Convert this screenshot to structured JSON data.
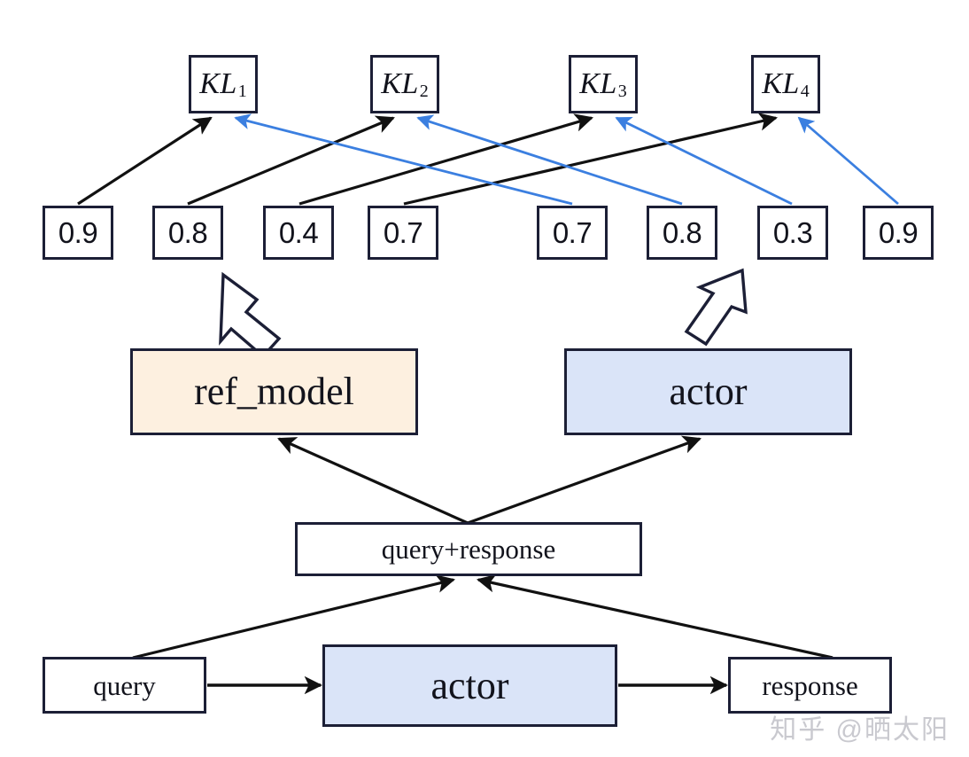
{
  "diagram": {
    "title": "PPO KL penalty computation diagram",
    "colors": {
      "stroke": "#1c1f36",
      "black_edge": "#111111",
      "blue_edge": "#3b7fe0",
      "ref_model_fill": "#fdf0e0",
      "actor_fill": "#dae4f8",
      "box_fill": "#ffffff",
      "watermark": "#c9c9cf"
    },
    "kl_nodes": [
      {
        "base": "KL",
        "sub": "1"
      },
      {
        "base": "KL",
        "sub": "2"
      },
      {
        "base": "KL",
        "sub": "3"
      },
      {
        "base": "KL",
        "sub": "4"
      }
    ],
    "ref_values": [
      "0.9",
      "0.8",
      "0.4",
      "0.7"
    ],
    "actor_values": [
      "0.7",
      "0.8",
      "0.3",
      "0.9"
    ],
    "ref_model_label": "ref_model",
    "actor_label": "actor",
    "query_response_label": "query+response",
    "query_label": "query",
    "actor_bottom_label": "actor",
    "response_label": "response",
    "watermark": "知乎 @晒太阳"
  }
}
